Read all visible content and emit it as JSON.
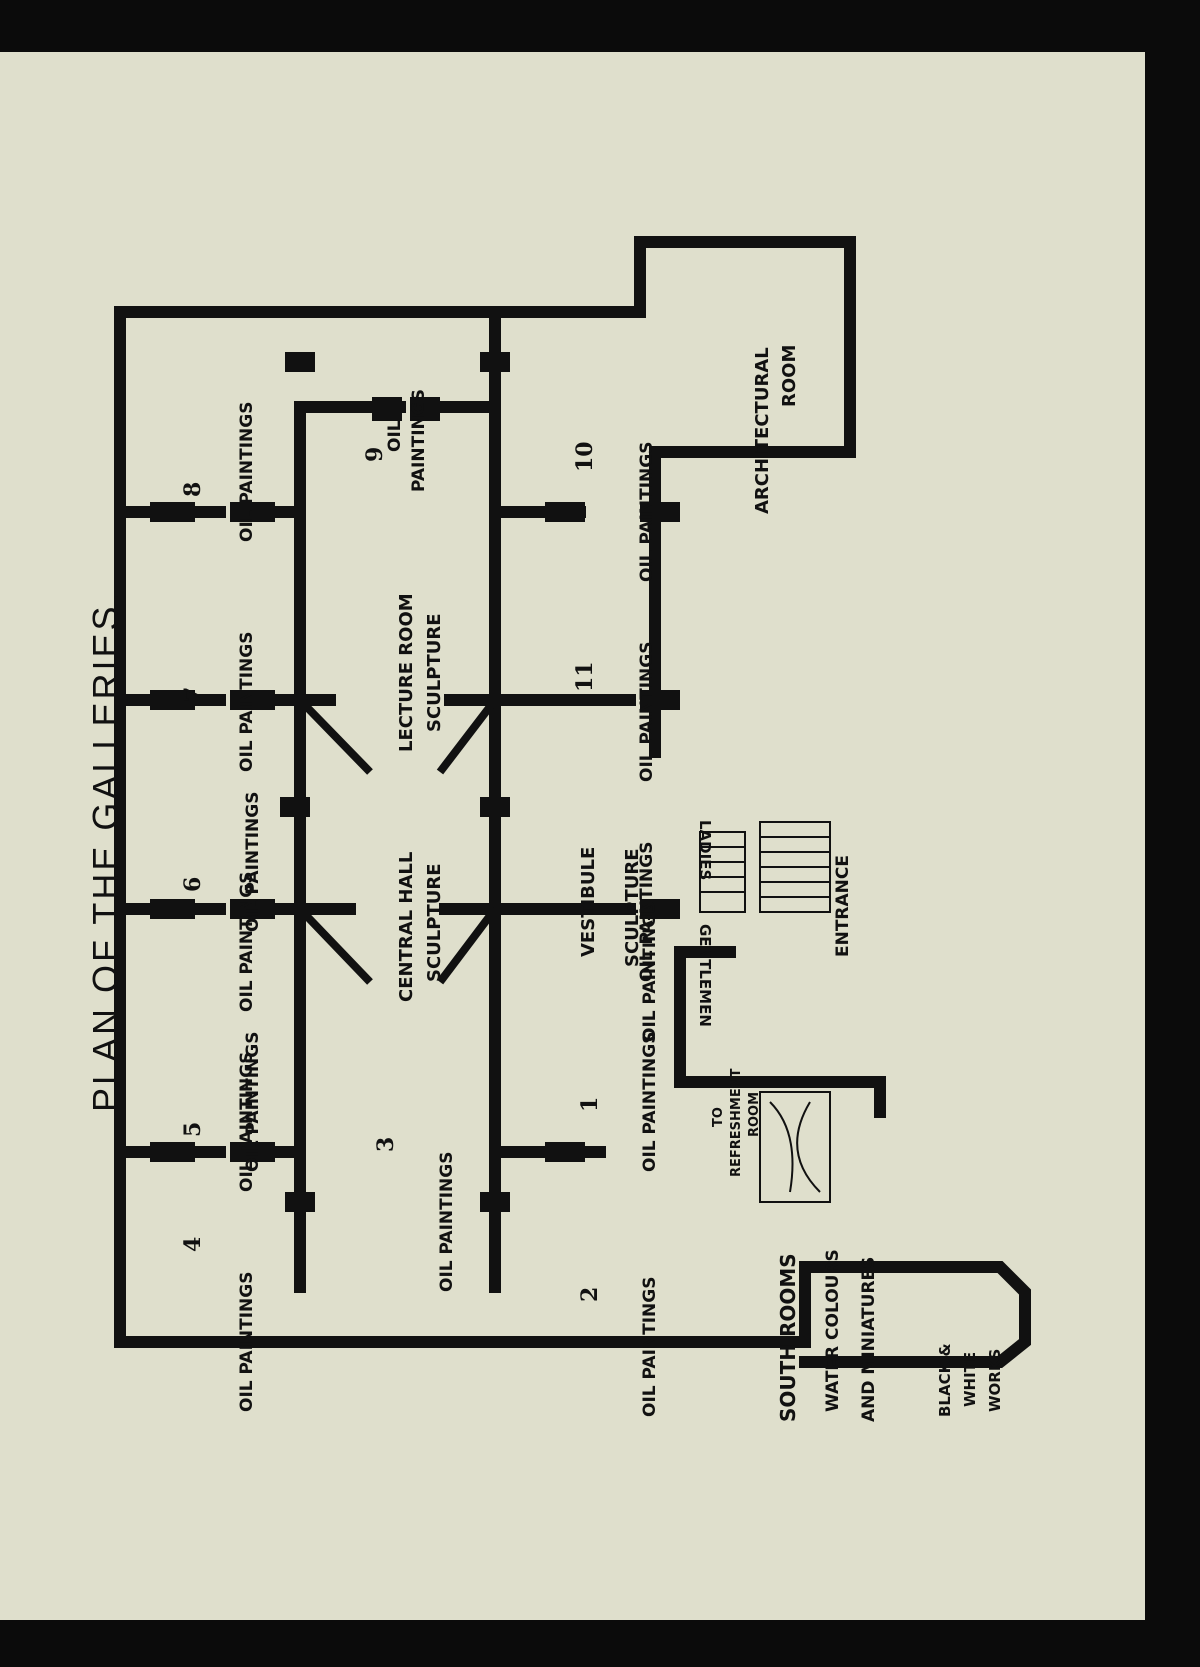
{
  "plan_title": "PLAN OF THE GALLERIES.",
  "rooms": {
    "r1": {
      "number": "1",
      "label": "OIL PAINTINGS"
    },
    "r2": {
      "number": "2",
      "label": "OIL PAINTINGS"
    },
    "r3": {
      "number": "3",
      "label": "OIL PAINTINGS"
    },
    "r4": {
      "number": "4",
      "label": "OIL PAINTINGS"
    },
    "r5": {
      "number": "5",
      "label": "OIL PAINTINGS"
    },
    "r6": {
      "number": "6",
      "label": "OIL PAINTINGS"
    },
    "r7": {
      "number": "7",
      "label": "OIL PAINTINGS"
    },
    "r8": {
      "number": "8",
      "label": "OIL PAINTINGS"
    },
    "r9": {
      "number": "9",
      "label_line1": "OIL",
      "label_line2": "PAINTINGS"
    },
    "r10": {
      "number": "10",
      "label": "OIL PAINTINGS"
    },
    "r11": {
      "number": "11",
      "label": "OIL PAINTINGS"
    }
  },
  "extra_oil_labels": [
    "OIL PAINTINGS",
    "OIL PAINTINGS",
    "OIL PAINTINGS",
    "OIL PAINTINGS"
  ],
  "central_hall": {
    "line1": "CENTRAL HALL",
    "line2": "SCULPTURE"
  },
  "lecture_room": {
    "line1": "LECTURE ROOM",
    "line2": "SCULPTURE"
  },
  "vestibule": {
    "line1": "VESTIBULE",
    "line2": "SCULPTURE"
  },
  "architectural_room": {
    "line1": "ARCHITECTURAL",
    "line2": "ROOM"
  },
  "ladies": "LADIES",
  "gentlemen": "GENTLEMEN",
  "entrance": "ENTRANCE",
  "refreshment": {
    "line1": "TO",
    "line2": "REFRESHMENT",
    "line3": "ROOM"
  },
  "south_rooms": {
    "line1": "SOUTH ROOMS",
    "line2": "WATER COLOURS",
    "line3": "AND MINIATURES"
  },
  "black_white": {
    "line1": "BLACK &",
    "line2": "WHITE",
    "line3": "WORKS"
  }
}
